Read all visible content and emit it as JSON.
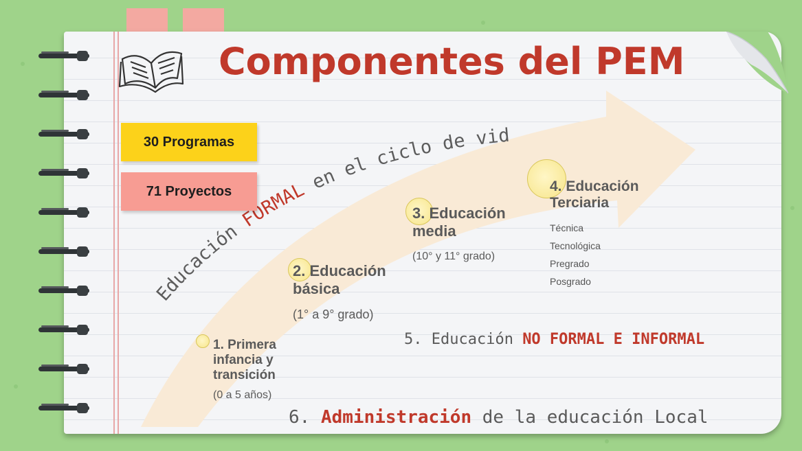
{
  "title": "Componentes del PEM",
  "badges": {
    "programas": "30 Programas",
    "proyectos": "71 Proyectos"
  },
  "arc_label": {
    "part1": "Educación ",
    "highlight": "FORMAL",
    "part2": " en el ciclo de vida"
  },
  "stages": [
    {
      "title_line1": "1. Primera",
      "title_line2": "infancia y",
      "title_line3": "transición",
      "detail": "(0 a 5 años)"
    },
    {
      "title_line1": "2. Educación",
      "title_line2": "básica",
      "detail": "(1° a 9° grado)"
    },
    {
      "title_line1": "3. Educación",
      "title_line2": "media",
      "detail": "(10° y 11° grado)"
    },
    {
      "title_line1": "4. Educación",
      "title_line2": "Terciaria",
      "items": [
        "Técnica",
        "Tecnológica",
        "Pregrado",
        "Posgrado"
      ]
    }
  ],
  "no_formal": {
    "prefix": "5. Educación ",
    "highlight": "NO FORMAL E INFORMAL"
  },
  "administracion": {
    "prefix": "6. ",
    "highlight": "Administración",
    "suffix": " de la educación Local"
  },
  "colors": {
    "background": "#9fd38a",
    "title_red": "#c0392b",
    "badge_yellow": "#fcd21a",
    "badge_pink": "#f79c93",
    "arrow": "#f9ead6"
  },
  "icons": [
    "open-book-icon",
    "page-curl",
    "spiral-ring"
  ]
}
